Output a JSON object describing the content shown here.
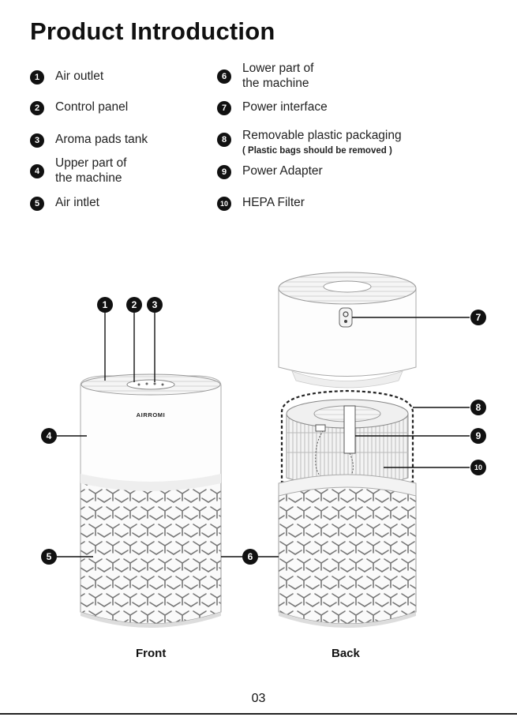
{
  "title": "Product Introduction",
  "legend_left": [
    {
      "num": "1",
      "label": "Air outlet"
    },
    {
      "num": "2",
      "label": "Control panel"
    },
    {
      "num": "3",
      "label": "Aroma pads tank"
    },
    {
      "num": "4",
      "label": "Upper part of\nthe machine"
    },
    {
      "num": "5",
      "label": "Air intlet"
    }
  ],
  "legend_right": [
    {
      "num": "6",
      "label": "Lower part of\nthe machine"
    },
    {
      "num": "7",
      "label": "Power interface"
    },
    {
      "num": "8",
      "label": "Removable plastic packaging",
      "note": "( Plastic bags should be removed )"
    },
    {
      "num": "9",
      "label": "Power Adapter"
    },
    {
      "num": "10",
      "label": "HEPA Filter"
    }
  ],
  "brand": "AIRROMI",
  "caption_front": "Front",
  "caption_back": "Back",
  "page_number": "03"
}
